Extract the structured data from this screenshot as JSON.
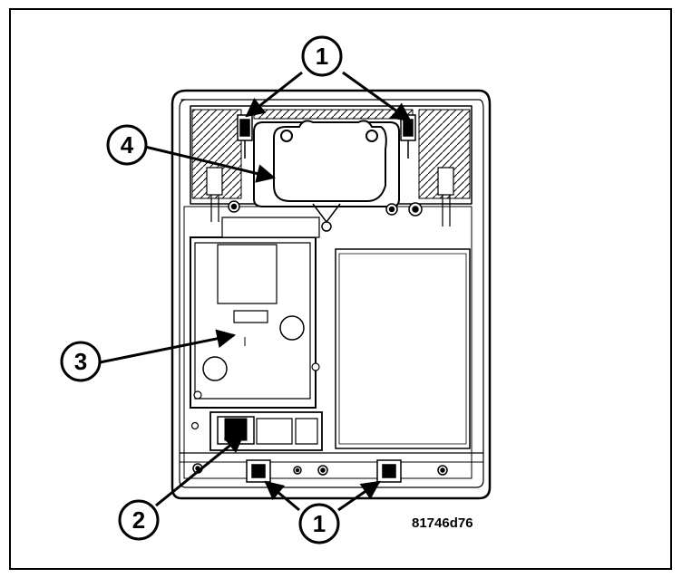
{
  "diagram": {
    "figure_id": "81746d76",
    "callouts": [
      {
        "id": "callout-1-top",
        "label": "1"
      },
      {
        "id": "callout-4",
        "label": "4"
      },
      {
        "id": "callout-3",
        "label": "3"
      },
      {
        "id": "callout-2",
        "label": "2"
      },
      {
        "id": "callout-1-bottom",
        "label": "1"
      }
    ]
  }
}
